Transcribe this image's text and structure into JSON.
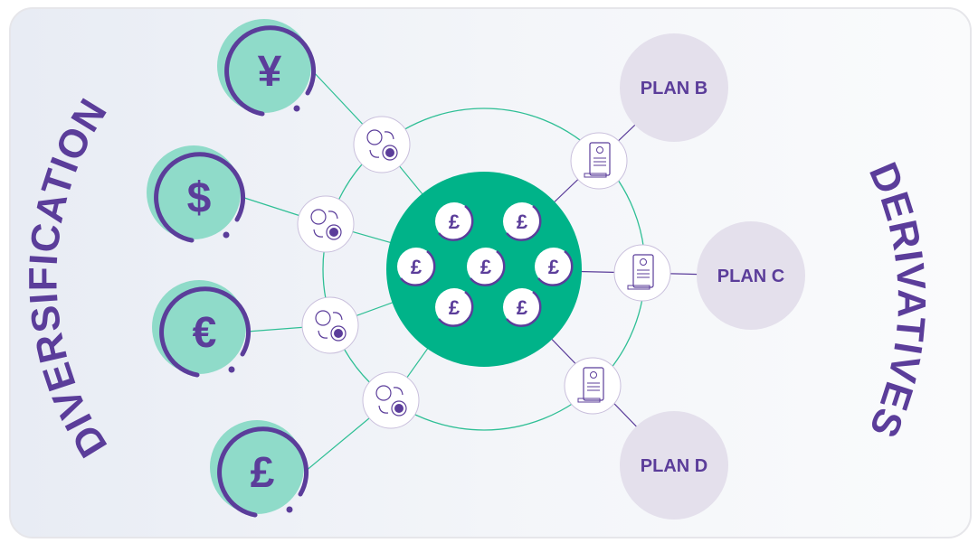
{
  "left_title": "DIVERSIFICATION",
  "right_title": "DERIVATIVES",
  "currencies": [
    {
      "symbol": "¥",
      "name": "yen"
    },
    {
      "symbol": "$",
      "name": "dollar"
    },
    {
      "symbol": "€",
      "name": "euro"
    },
    {
      "symbol": "£",
      "name": "pound"
    }
  ],
  "hub_coin_symbol": "£",
  "plans": [
    "PLAN B",
    "PLAN C",
    "PLAN D"
  ],
  "colors": {
    "purple": "#5b3d9a",
    "teal": "#8fdbc9",
    "green": "#00b389",
    "plan_bg": "#e4e0ec",
    "line": "#2fbf95"
  }
}
